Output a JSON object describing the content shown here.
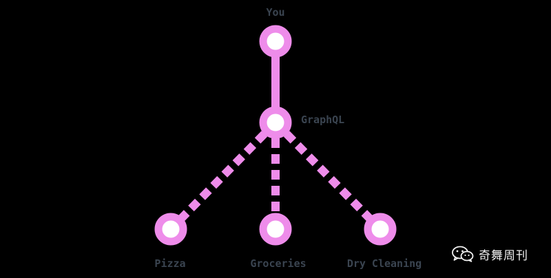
{
  "colors": {
    "background": "#000000",
    "accent": "#ee8cea",
    "node_fill": "#ffffff",
    "label": "#3a4450",
    "watermark": "#f2f2f2"
  },
  "diagram": {
    "nodes": {
      "you": {
        "label": "You"
      },
      "graphql": {
        "label": "GraphQL"
      },
      "pizza": {
        "label": "Pizza"
      },
      "groceries": {
        "label": "Groceries"
      },
      "dry_cleaning": {
        "label": "Dry Cleaning"
      }
    },
    "edges": [
      {
        "from": "you",
        "to": "graphql",
        "style": "solid"
      },
      {
        "from": "graphql",
        "to": "pizza",
        "style": "dashed"
      },
      {
        "from": "graphql",
        "to": "groceries",
        "style": "dashed"
      },
      {
        "from": "graphql",
        "to": "dry_cleaning",
        "style": "dashed"
      }
    ]
  },
  "watermark": {
    "icon": "wechat-icon",
    "text": "奇舞周刊"
  }
}
